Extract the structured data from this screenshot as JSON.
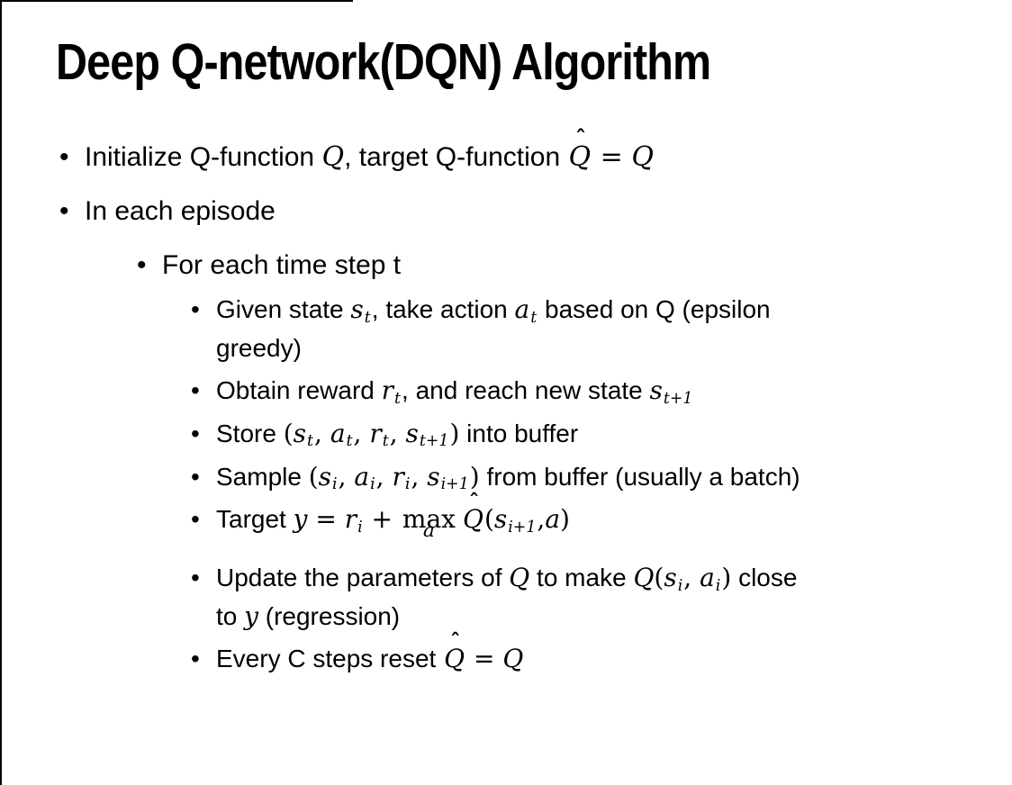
{
  "slide": {
    "title": "Deep Q-network(DQN) Algorithm",
    "bullet_glyph": "•",
    "hat_glyph": "ˆ",
    "bullets": [
      {
        "level": 1,
        "segments": [
          {
            "t": "p",
            "v": "Initialize Q-function "
          },
          {
            "t": "m",
            "v": "Q"
          },
          {
            "t": "p",
            "v": ", target Q-function "
          },
          {
            "t": "hat",
            "v": "Q"
          },
          {
            "t": "o",
            "v": " = "
          },
          {
            "t": "m",
            "v": "Q"
          }
        ]
      },
      {
        "level": 1,
        "segments": [
          {
            "t": "p",
            "v": "In each episode"
          }
        ]
      },
      {
        "level": 2,
        "segments": [
          {
            "t": "p",
            "v": "For each time step t"
          }
        ]
      },
      {
        "level": 3,
        "segments": [
          {
            "t": "p",
            "v": "Given state "
          },
          {
            "t": "m",
            "v": "s"
          },
          {
            "t": "sub",
            "v": "t"
          },
          {
            "t": "p",
            "v": ", take action "
          },
          {
            "t": "m",
            "v": "a"
          },
          {
            "t": "sub",
            "v": "t"
          },
          {
            "t": "p",
            "v": " based on Q (epsilon"
          },
          {
            "t": "br"
          },
          {
            "t": "p",
            "v": "greedy)"
          }
        ]
      },
      {
        "level": 3,
        "segments": [
          {
            "t": "p",
            "v": "Obtain reward "
          },
          {
            "t": "m",
            "v": "r"
          },
          {
            "t": "sub",
            "v": "t"
          },
          {
            "t": "p",
            "v": ", and reach new state "
          },
          {
            "t": "m",
            "v": "s"
          },
          {
            "t": "sub",
            "v": "t+1"
          }
        ]
      },
      {
        "level": 3,
        "segments": [
          {
            "t": "p",
            "v": "Store "
          },
          {
            "t": "o",
            "v": "("
          },
          {
            "t": "m",
            "v": "s"
          },
          {
            "t": "sub",
            "v": "t"
          },
          {
            "t": "o",
            "v": ", "
          },
          {
            "t": "m",
            "v": "a"
          },
          {
            "t": "sub",
            "v": "t"
          },
          {
            "t": "o",
            "v": ", "
          },
          {
            "t": "m",
            "v": "r"
          },
          {
            "t": "sub",
            "v": "t"
          },
          {
            "t": "o",
            "v": ", "
          },
          {
            "t": "m",
            "v": "s"
          },
          {
            "t": "sub",
            "v": "t+1"
          },
          {
            "t": "o",
            "v": ")"
          },
          {
            "t": "p",
            "v": " into buffer"
          }
        ]
      },
      {
        "level": 3,
        "segments": [
          {
            "t": "p",
            "v": "Sample "
          },
          {
            "t": "o",
            "v": "("
          },
          {
            "t": "m",
            "v": "s"
          },
          {
            "t": "sub",
            "v": "i"
          },
          {
            "t": "o",
            "v": ", "
          },
          {
            "t": "m",
            "v": "a"
          },
          {
            "t": "sub",
            "v": "i"
          },
          {
            "t": "o",
            "v": ", "
          },
          {
            "t": "m",
            "v": "r"
          },
          {
            "t": "sub",
            "v": "i"
          },
          {
            "t": "o",
            "v": ", "
          },
          {
            "t": "m",
            "v": "s"
          },
          {
            "t": "sub",
            "v": "i+1"
          },
          {
            "t": "o",
            "v": ")"
          },
          {
            "t": "p",
            "v": " from buffer (usually a batch)"
          }
        ]
      },
      {
        "level": 3,
        "segments": [
          {
            "t": "p",
            "v": "Target "
          },
          {
            "t": "m",
            "v": "y"
          },
          {
            "t": "o",
            "v": " = "
          },
          {
            "t": "m",
            "v": "r"
          },
          {
            "t": "sub",
            "v": "i"
          },
          {
            "t": "o",
            "v": " + "
          },
          {
            "t": "underop",
            "v": "max",
            "u": "a"
          },
          {
            "t": "hat",
            "v": "Q"
          },
          {
            "t": "o",
            "v": "("
          },
          {
            "t": "m",
            "v": "s"
          },
          {
            "t": "sub",
            "v": "i+1"
          },
          {
            "t": "o",
            "v": ","
          },
          {
            "t": "m",
            "v": "a"
          },
          {
            "t": "o",
            "v": ")"
          }
        ]
      },
      {
        "level": 3,
        "segments": [
          {
            "t": "p",
            "v": "Update the parameters of "
          },
          {
            "t": "m",
            "v": "Q"
          },
          {
            "t": "p",
            "v": " to make "
          },
          {
            "t": "m",
            "v": "Q"
          },
          {
            "t": "o",
            "v": "("
          },
          {
            "t": "m",
            "v": "s"
          },
          {
            "t": "sub",
            "v": "i"
          },
          {
            "t": "o",
            "v": ", "
          },
          {
            "t": "m",
            "v": "a"
          },
          {
            "t": "sub",
            "v": "i"
          },
          {
            "t": "o",
            "v": ")"
          },
          {
            "t": "p",
            "v": " close"
          },
          {
            "t": "br"
          },
          {
            "t": "p",
            "v": "to "
          },
          {
            "t": "m",
            "v": "y"
          },
          {
            "t": "p",
            "v": " (regression)"
          }
        ]
      },
      {
        "level": 3,
        "segments": [
          {
            "t": "p",
            "v": "Every C steps reset "
          },
          {
            "t": "hat",
            "v": "Q"
          },
          {
            "t": "o",
            "v": " = "
          },
          {
            "t": "m",
            "v": "Q"
          }
        ]
      }
    ]
  }
}
